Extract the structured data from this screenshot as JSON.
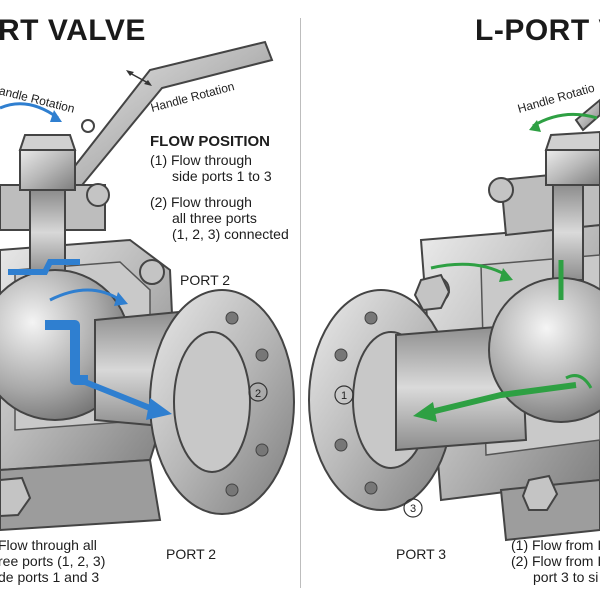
{
  "left": {
    "title": "RT VALVE",
    "handle_rotation_arc": "Handle Rotation",
    "handle_rotation_lever": "Handle Rotation",
    "flow_position_header": "FLOW POSITION",
    "flow_option_1": [
      "(1) Flow through",
      "side ports 1 to 3"
    ],
    "flow_option_2": [
      "(2) Flow through",
      "all three ports",
      "(1, 2, 3) connected"
    ],
    "port_2_upper": "PORT 2",
    "port_2_lower": "PORT 2",
    "flange_number": "2",
    "bottom_notes": [
      "Flow through all",
      "ree ports (1, 2, 3)",
      "de ports 1 and 3"
    ],
    "flow_color": "#2f7fd0"
  },
  "right": {
    "title": "L-PORT VA",
    "handle_rotation": "Handle Rotatio",
    "port_3": "PORT 3",
    "flange_number_1": "1",
    "flange_number_3": "3",
    "bottom_notes": [
      "(1) Flow from I",
      "(2) Flow from I",
      "port 3 to si"
    ],
    "flow_color": "#2ea043"
  }
}
